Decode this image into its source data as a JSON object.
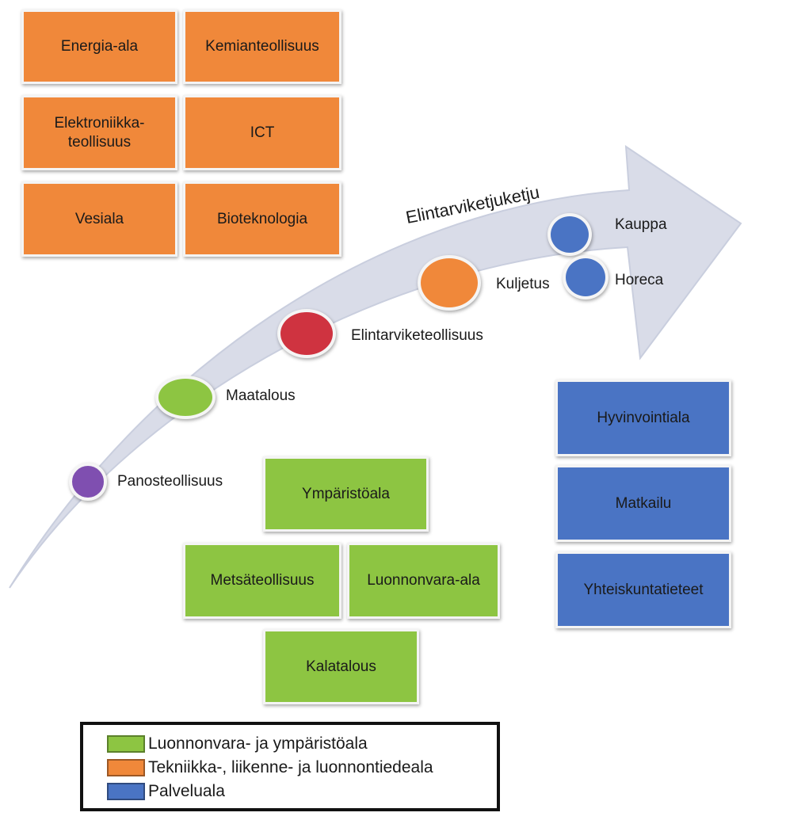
{
  "colors": {
    "orange": "#f0883a",
    "green": "#8dc542",
    "blue": "#4a74c4",
    "red": "#cf3340",
    "purple": "#7f4fb0",
    "arrow": "#d8dce8"
  },
  "orange_boxes": [
    "Energia-ala",
    "Kemianteollisuus",
    "Elektroniikka-\nteollisuus",
    "ICT",
    "Vesiala",
    "Bioteknologia"
  ],
  "green_boxes": [
    "Ympäristöala",
    "Metsäteollisuus",
    "Luonnonvara-ala",
    "Kalatalous"
  ],
  "blue_boxes": [
    "Hyvinvointiala",
    "Matkailu",
    "Yhteiskuntatieteet"
  ],
  "chain": {
    "title": "Elintarviketjuketju",
    "stages": [
      "Panosteollisuus",
      "Maatalous",
      "Elintarviketeollisuus",
      "Kuljetus",
      "Kauppa",
      "Horeca"
    ]
  },
  "legend": [
    "Luonnonvara- ja ympäristöala",
    "Tekniikka-, liikenne- ja luonnontiedeala",
    "Palveluala"
  ]
}
